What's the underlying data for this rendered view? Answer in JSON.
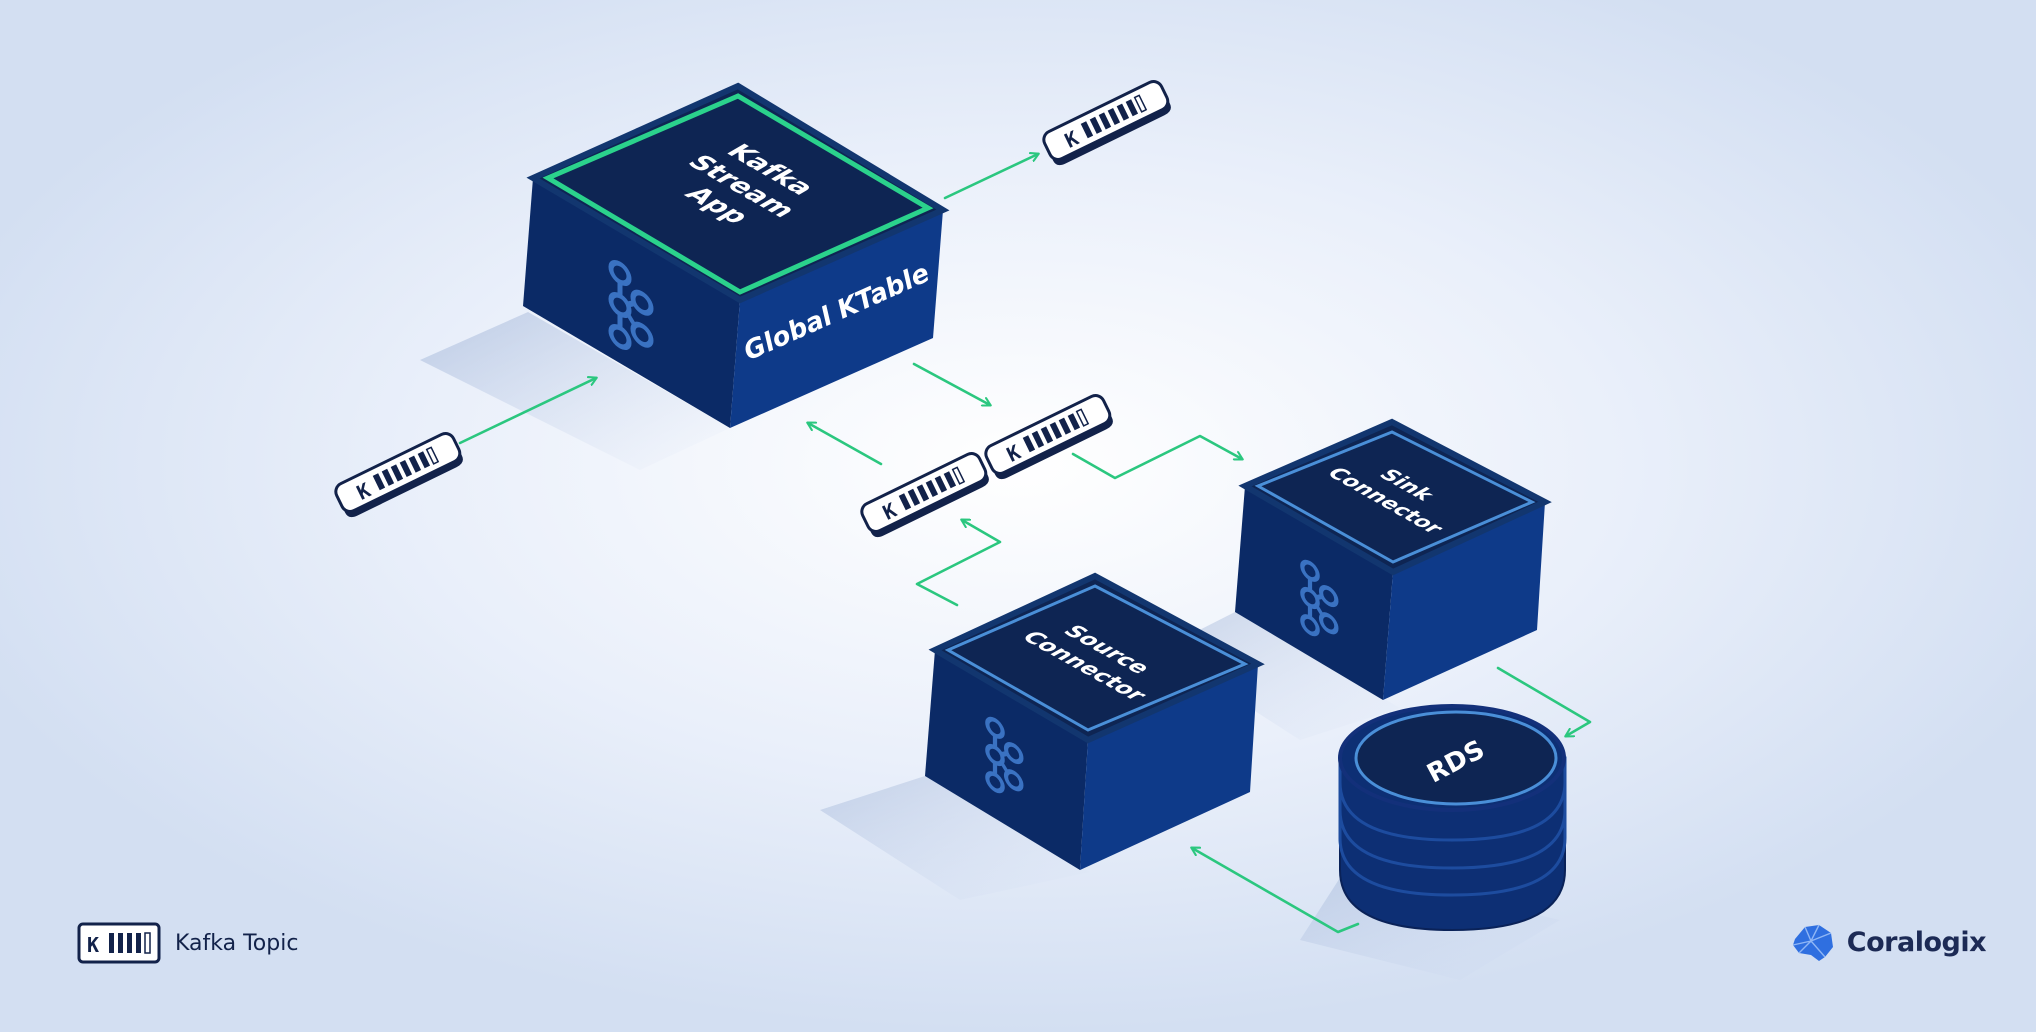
{
  "boxes": {
    "stream_app": {
      "lines": [
        "Kafka",
        "Stream",
        "App"
      ],
      "side_label": "Global KTable"
    },
    "sink": {
      "lines": [
        "Sink",
        "Connector"
      ]
    },
    "source": {
      "lines": [
        "Source",
        "Connector"
      ]
    }
  },
  "database": {
    "label": "RDS"
  },
  "topic_badge": {
    "letter": "K"
  },
  "legend": {
    "label": "Kafka Topic"
  },
  "brand": {
    "name": "Coralogix"
  },
  "colors": {
    "box_top": "#0e2553",
    "box_left": "#0b2a66",
    "box_right": "#0e3a89",
    "arrow": "#2bc77f",
    "stream_outline": "#2bd28c",
    "connector_outline": "#4a8fd8"
  },
  "icons": [
    "kafka-logo-icon",
    "arrow-icon",
    "coralogix-logo-icon"
  ]
}
